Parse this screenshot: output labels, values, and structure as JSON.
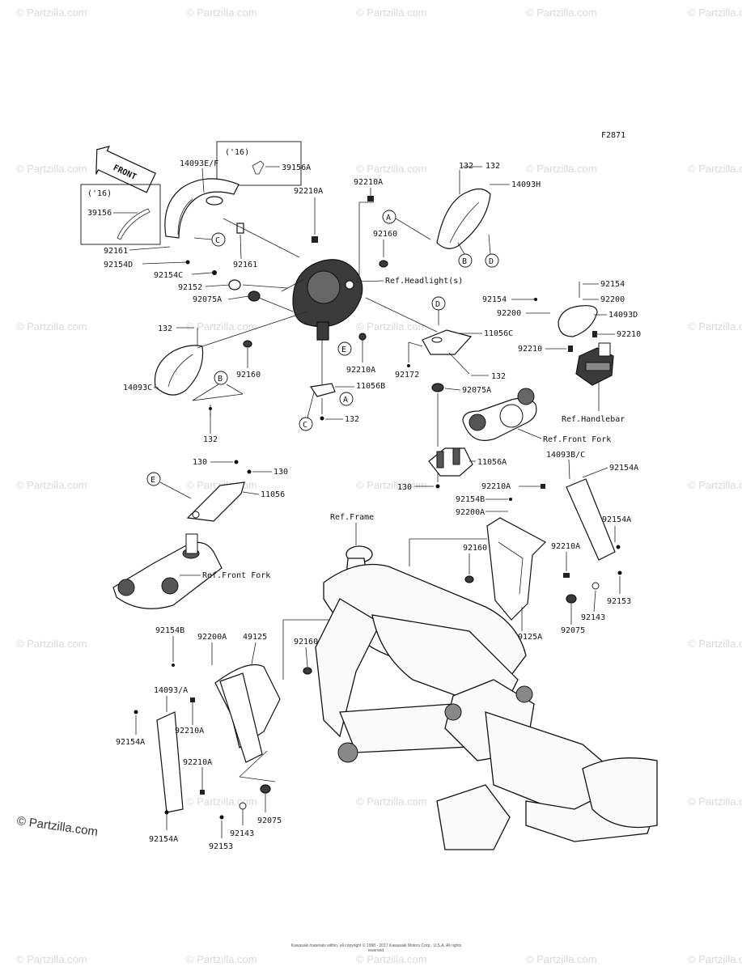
{
  "figure_code": "F2871",
  "front_arrow": "FRONT",
  "copyright": "© Partzilla.com",
  "footer_note": "Kawasaki materials within, all copyright © 1998 - 2017 Kawasaki Motors Corp., U.S.A. All rights reserved.",
  "watermark": "© Partzilla.com",
  "labels": {
    "l14093EF": "14093E/F",
    "l16a": "('16)",
    "l39156A": "39156A",
    "l16b": "('16)",
    "l39156": "39156",
    "l92161a": "92161",
    "l92154D": "92154D",
    "l92161b": "92161",
    "l92154C": "92154C",
    "l92152": "92152",
    "l92075Aa": "92075A",
    "l92210Aa": "92210A",
    "l92210Ab": "92210A",
    "l92160a": "92160",
    "lRefHeadlight": "Ref.Headlight(s)",
    "l132a": "132",
    "l14093H": "14093H",
    "l132b": "132",
    "l14093C": "14093C",
    "l92160b": "92160",
    "l132c": "132",
    "l92210Ac": "92210A",
    "l11056B": "11056B",
    "l132d": "132",
    "l11056C": "11056C",
    "l132e": "132",
    "l92172": "92172",
    "l92075Ab": "92075A",
    "lRefFrontForka": "Ref.Front Fork",
    "l11056A": "11056A",
    "l92154a": "92154",
    "l92200a": "92200",
    "l92154b": "92154",
    "l92200b": "92200",
    "l14093D": "14093D",
    "l92210a": "92210",
    "l92210b": "92210",
    "lRefHandlebar": "Ref.Handlebar",
    "l130a": "130",
    "l130b": "130",
    "l11056": "11056",
    "lRefFrontForkb": "Ref.Front Fork",
    "l130c": "130",
    "l14093BC": "14093B/C",
    "l92154Aa": "92154A",
    "l92210Ad": "92210A",
    "l92154B": "92154B",
    "l92200A": "92200A",
    "lRefFrame": "Ref.Frame",
    "l92154Ab": "92154A",
    "l92160c": "92160",
    "l92210Ae": "92210A",
    "l92153a": "92153",
    "l92143a": "92143",
    "l92075a": "92075",
    "l49125A": "49125A",
    "l92154Bb": "92154B",
    "l92200Ab": "92200A",
    "l49125": "49125",
    "l92160d": "92160",
    "l14093A": "14093/A",
    "l92154Ac": "92154A",
    "l92210Af": "92210A",
    "l92210Ag": "92210A",
    "l92075b": "92075",
    "l92143b": "92143",
    "l92154Ad": "92154A",
    "l92153b": "92153"
  },
  "callouts": {
    "A1": "A",
    "A2": "A",
    "B1": "B",
    "B2": "B",
    "C1": "C",
    "C2": "C",
    "D1": "D",
    "D2": "D",
    "E1": "E",
    "E2": "E"
  }
}
